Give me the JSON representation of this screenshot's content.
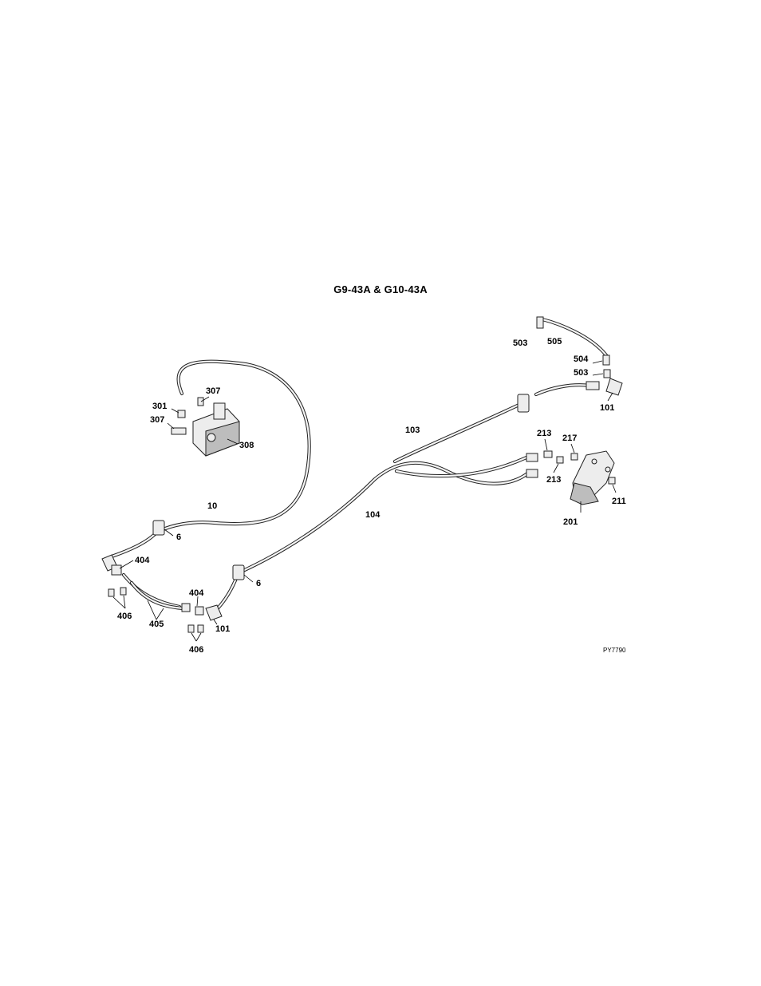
{
  "title": "G9-43A & G10-43A",
  "drawing_number": "PY7790",
  "callouts": {
    "c503a": "503",
    "c505": "505",
    "c504": "504",
    "c503b": "503",
    "c101a": "101",
    "c301": "301",
    "c307a": "307",
    "c307b": "307",
    "c308": "308",
    "c103": "103",
    "c213a": "213",
    "c217": "217",
    "c213b": "213",
    "c211": "211",
    "c201": "201",
    "c10": "10",
    "c104": "104",
    "c6a": "6",
    "c6b": "6",
    "c404a": "404",
    "c406a": "406",
    "c405": "405",
    "c404b": "404",
    "c101b": "101",
    "c406b": "406"
  }
}
